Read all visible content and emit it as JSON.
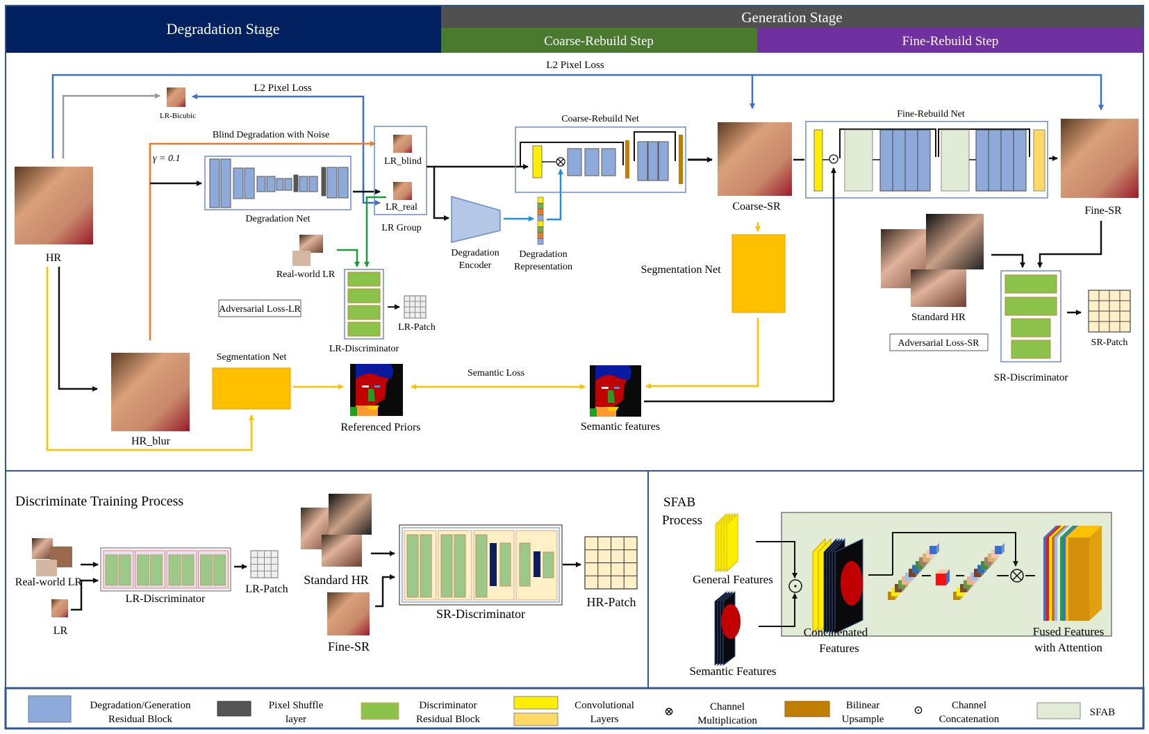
{
  "header": {
    "degradation_stage": "Degradation Stage",
    "generation_stage": "Generation Stage",
    "coarse_step": "Coarse-Rebuild Step",
    "fine_step": "Fine-Rebuild Step"
  },
  "colors": {
    "navy": "#002060",
    "gray_header": "#505050",
    "green_header": "#4a7a30",
    "purple_header": "#7030a0",
    "panel_border": "#2f5597",
    "res_block": "#8eaadb",
    "pixel_shuffle": "#555555",
    "disc_block": "#8bc34a",
    "conv_yellow": "#ffee00",
    "conv_light": "#ffd966",
    "bilinear": "#c07f00",
    "sfab": "#e2ebd6",
    "segnet": "#ffc000",
    "arrow_blue": "#3a70c8",
    "arrow_cyan": "#1a8fe0",
    "arrow_orange": "#f07820",
    "arrow_green": "#1a9a3a",
    "arrow_yellow": "#ffc000",
    "arrow_gray": "#999999"
  },
  "top": {
    "l2_pixel_loss_top": "L2 Pixel Loss",
    "l2_pixel_loss": "L2 Pixel Loss",
    "lr_bicubic": "LR-Bicubic",
    "blind_degradation": "Blind Degradation with Noise",
    "gamma": "γ = 0.1",
    "hr": "HR",
    "degradation_net": "Degradation Net",
    "lr_blind": "LR_blind",
    "lr_real": "LR_real",
    "lr_group": "LR Group",
    "degradation_encoder": [
      "Degradation",
      "Encoder"
    ],
    "degradation_representation": [
      "Degradation",
      "Representation"
    ],
    "coarse_rebuild_net": "Coarse-Rebuild Net",
    "coarse_sr": "Coarse-SR",
    "fine_rebuild_net": "Fine-Rebuild Net",
    "fine_sr": "Fine-SR",
    "segmentation_net_right": "Segmentation Net",
    "real_world_lr": "Real-world LR",
    "adversarial_loss_lr": "Adversarial Loss-LR",
    "lr_patch": "LR-Patch",
    "lr_discriminator": "LR-Discriminator",
    "standard_hr": "Standard HR",
    "adversarial_loss_sr": "Adversarial Loss-SR",
    "sr_patch": "SR-Patch",
    "sr_discriminator": "SR-Discriminator",
    "hr_blur": "HR_blur",
    "segmentation_net_left": "Segmentation Net",
    "referenced_priors": "Referenced Priors",
    "semantic_loss": "Semantic Loss",
    "semantic_features": "Semantic features"
  },
  "discriminate": {
    "title": "Discriminate Training Process",
    "real_world_lr": "Real-world LR",
    "lr": "LR",
    "lr_discriminator": "LR-Discriminator",
    "lr_patch": "LR-Patch",
    "standard_hr": "Standard HR",
    "fine_sr": "Fine-SR",
    "sr_discriminator": "SR-Discriminator",
    "hr_patch": "HR-Patch"
  },
  "sfab": {
    "title": [
      "SFAB",
      "Process"
    ],
    "general_features": "General Features",
    "semantic_features": "Semantic Features",
    "concatenated": [
      "Concatenated",
      "Features"
    ],
    "fused": [
      "Fused Features",
      "with Attention"
    ]
  },
  "legend": [
    {
      "icon": "residual-block",
      "label": [
        "Degradation/Generation",
        "Residual Block"
      ]
    },
    {
      "icon": "pixel-shuffle",
      "label": [
        "Pixel Shuffle",
        "layer"
      ]
    },
    {
      "icon": "discriminator-block",
      "label": [
        "Discriminator",
        "Residual Block"
      ]
    },
    {
      "icon": "conv-layers",
      "label": [
        "Convolutional",
        "Layers"
      ]
    },
    {
      "icon": "channel-multiplication",
      "glyph": "⊗",
      "label": [
        "Channel",
        "Multiplication"
      ]
    },
    {
      "icon": "bilinear-upsample",
      "label": [
        "Bilinear",
        "Upsample"
      ]
    },
    {
      "icon": "channel-concatenation",
      "glyph": "⊙",
      "label": [
        "Channel",
        "Concatenation"
      ]
    },
    {
      "icon": "sfab",
      "label": [
        "SFAB"
      ]
    }
  ]
}
